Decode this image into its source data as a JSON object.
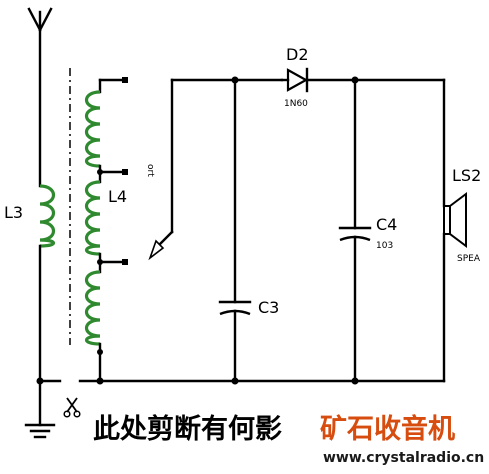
{
  "labels": {
    "L3": "L3",
    "L4": "L4",
    "D2": "D2",
    "D2_part": "1N60",
    "C3": "C3",
    "C4": "C4",
    "C4_value": "103",
    "LS2": "LS2",
    "LS2_part": "SPEA",
    "wiper": "ort"
  },
  "caption": {
    "question": "此处剪断有何影",
    "brand": "矿石收音机",
    "url": "www.crystalradio.cn"
  },
  "colors": {
    "wire": "#000000",
    "coil": "#2f8a2f",
    "brand": "#d64d0f"
  },
  "icons": {
    "cut": "scissors-icon",
    "antenna": "antenna-icon",
    "ground": "ground-icon"
  }
}
